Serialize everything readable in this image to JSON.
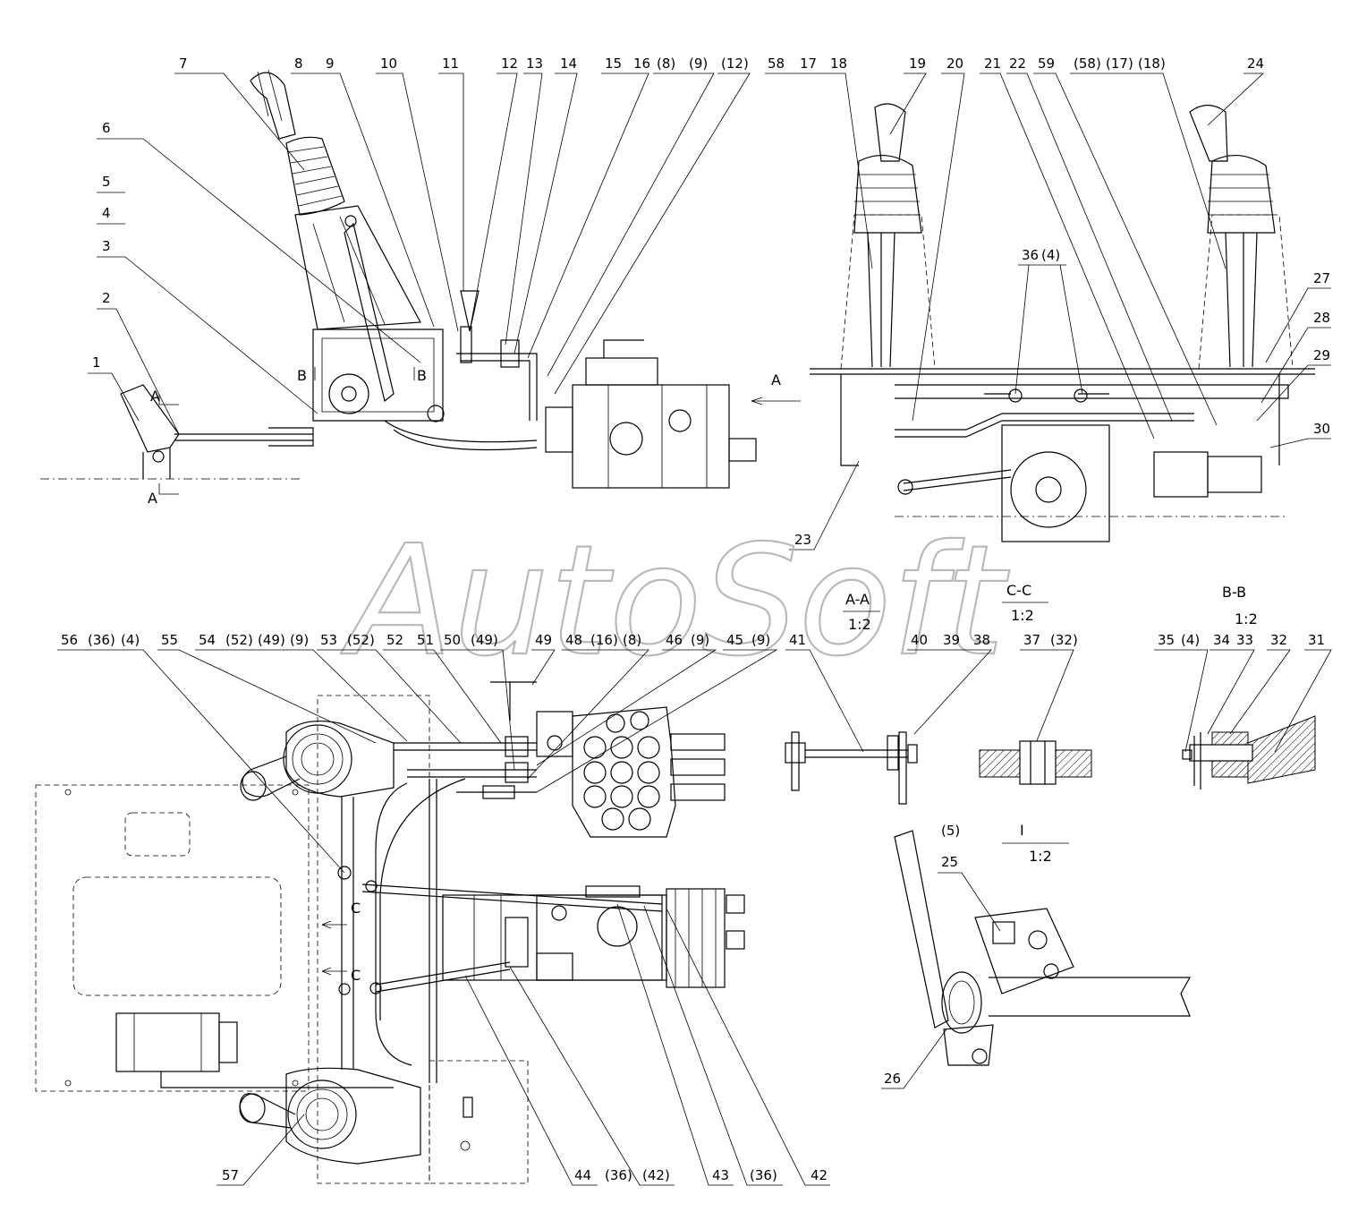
{
  "watermark": "AutoSoft",
  "sections": {
    "aa": "A-A",
    "aa_scale": "1:2",
    "cc": "C-C",
    "cc_scale": "1:2",
    "bb": "B-B",
    "bb_scale": "1:2",
    "detail_i": "I",
    "detail_i_scale": "1:2"
  },
  "view_markers": {
    "a_top": "A",
    "a_bottom": "A",
    "a_arrow": "A",
    "b_left": "B",
    "b_right": "B",
    "c_upper": "C",
    "c_lower": "C"
  },
  "callouts": {
    "topleft_left": [
      "7",
      "6",
      "5",
      "4",
      "3",
      "2",
      "1"
    ],
    "topleft_top": [
      "8",
      "9",
      "10",
      "11",
      "12",
      "13",
      "14",
      "15",
      "16",
      "(8)",
      "(9)",
      "(12)"
    ],
    "topright_top": [
      "58",
      "17",
      "18",
      "19",
      "20",
      "21",
      "22",
      "59",
      "(58)",
      "(17)",
      "(18)",
      "24"
    ],
    "topright_mid": [
      "36",
      "(4)"
    ],
    "topright_right": [
      "27",
      "28",
      "29",
      "30"
    ],
    "topright_bottom": [
      "23"
    ],
    "bottom_top": [
      "56",
      "(36)",
      "(4)",
      "55",
      "54",
      "(52)",
      "(49)",
      "(9)",
      "53",
      "(52)",
      "52",
      "51",
      "50",
      "(49)",
      "49",
      "48",
      "(16)",
      "(8)",
      "46",
      "(9)",
      "45",
      "(9)"
    ],
    "bottom_bottom": [
      "57",
      "44",
      "(36)",
      "(42)",
      "43",
      "(36)",
      "42"
    ],
    "sections_row": [
      "41",
      "40",
      "39",
      "38",
      "37",
      "(32)",
      "35",
      "(4)",
      "34",
      "33",
      "32",
      "31"
    ],
    "detail_row": [
      "(5)",
      "25",
      "26"
    ]
  }
}
